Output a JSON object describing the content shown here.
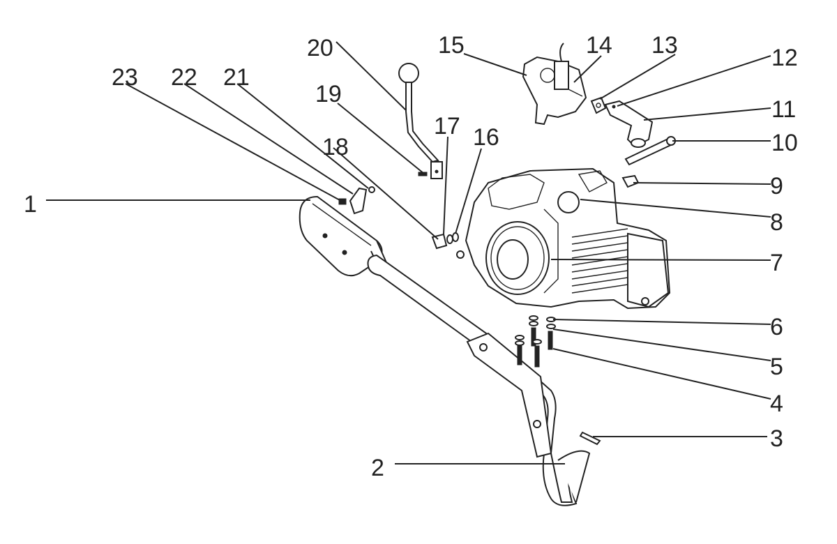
{
  "callouts": [
    {
      "n": "1"
    },
    {
      "n": "2"
    },
    {
      "n": "3"
    },
    {
      "n": "4"
    },
    {
      "n": "5"
    },
    {
      "n": "6"
    },
    {
      "n": "7"
    },
    {
      "n": "8"
    },
    {
      "n": "9"
    },
    {
      "n": "10"
    },
    {
      "n": "11"
    },
    {
      "n": "12"
    },
    {
      "n": "13"
    },
    {
      "n": "14"
    },
    {
      "n": "15"
    },
    {
      "n": "16"
    },
    {
      "n": "17"
    },
    {
      "n": "18"
    },
    {
      "n": "19"
    },
    {
      "n": "20"
    },
    {
      "n": "21"
    },
    {
      "n": "22"
    },
    {
      "n": "23"
    }
  ],
  "colors": {
    "ink": "#222222",
    "background": "#ffffff"
  }
}
